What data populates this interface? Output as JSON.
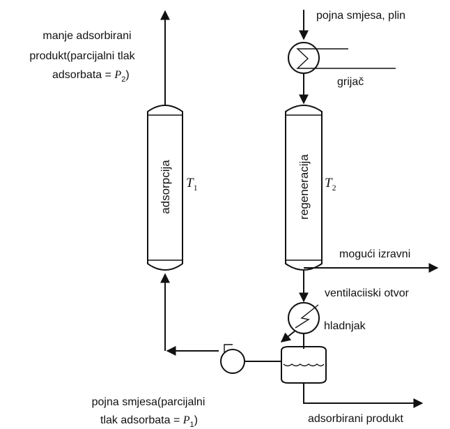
{
  "columns": {
    "adsorption": {
      "label": "adsorpcija",
      "temp_symbol": "T",
      "temp_sub": "1"
    },
    "regeneration": {
      "label": "regeneracija",
      "temp_symbol": "T",
      "temp_sub": "2"
    }
  },
  "streams": {
    "top_left_line1": "manje adsorbirani",
    "top_left_line2": "produkt(parcijalni tlak",
    "top_left_line3_prefix": "adsorbata = ",
    "top_left_symbol": "P",
    "top_left_sub": "2",
    "top_left_suffix": ")",
    "feed_gas": "pojna smjesa, plin",
    "heater": "grijač",
    "possible_direct": "mogući izravni",
    "vent": "ventilaciiski otvor",
    "cooler": "hladnjak",
    "bottom_left_line1": "pojna smjesa(parcijalni",
    "bottom_left_line2_prefix": "tlak adsorbata = ",
    "bottom_left_symbol": "P",
    "bottom_left_sub": "1",
    "bottom_left_suffix": ")",
    "adsorbed_product": "adsorbirani produkt"
  }
}
